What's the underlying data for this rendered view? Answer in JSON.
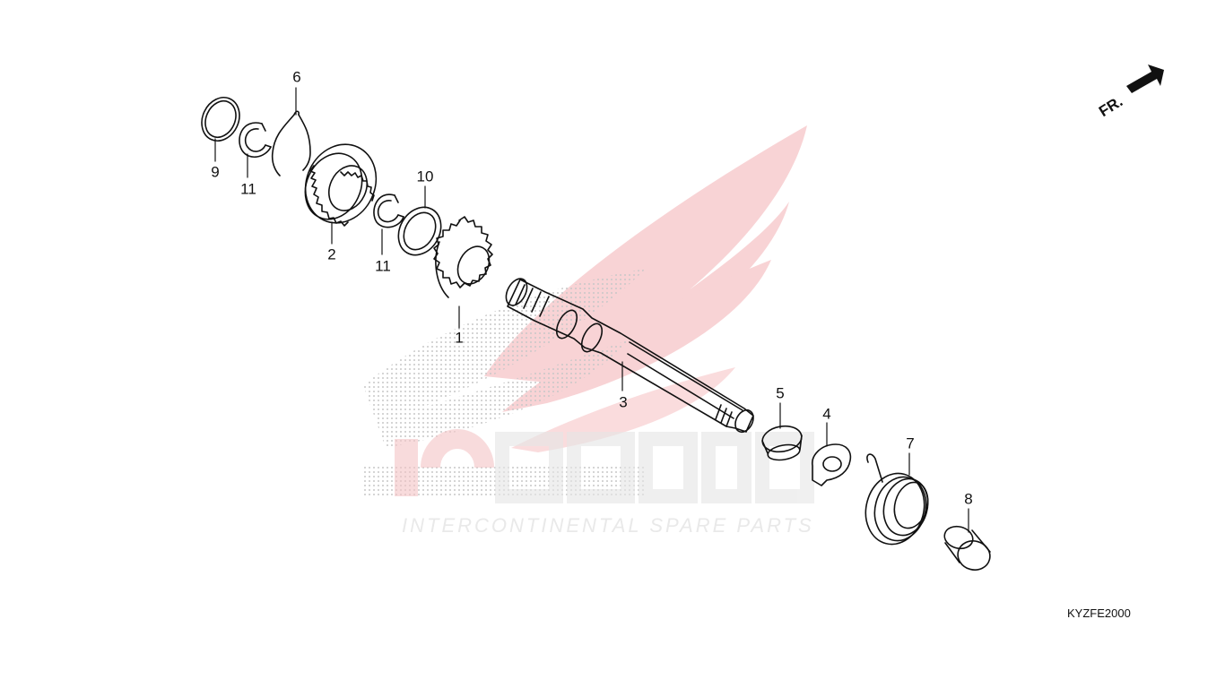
{
  "diagram": {
    "callouts": [
      {
        "id": "1",
        "label": "1"
      },
      {
        "id": "2",
        "label": "2"
      },
      {
        "id": "3",
        "label": "3"
      },
      {
        "id": "4",
        "label": "4"
      },
      {
        "id": "5",
        "label": "5"
      },
      {
        "id": "6",
        "label": "6"
      },
      {
        "id": "7",
        "label": "7"
      },
      {
        "id": "8",
        "label": "8"
      },
      {
        "id": "9",
        "label": "9"
      },
      {
        "id": "10",
        "label": "10"
      },
      {
        "id": "11a",
        "label": "11"
      },
      {
        "id": "11b",
        "label": "11"
      }
    ],
    "direction_label": "FR.",
    "diagram_code": "KYZFE2000",
    "watermark": {
      "brand": "ICSPARTS",
      "tagline": "INTERCONTINENTAL SPARE PARTS",
      "wing_color": "#f6c9cc",
      "dot_color": "#cfcfcf"
    },
    "line_color": "#111111"
  }
}
